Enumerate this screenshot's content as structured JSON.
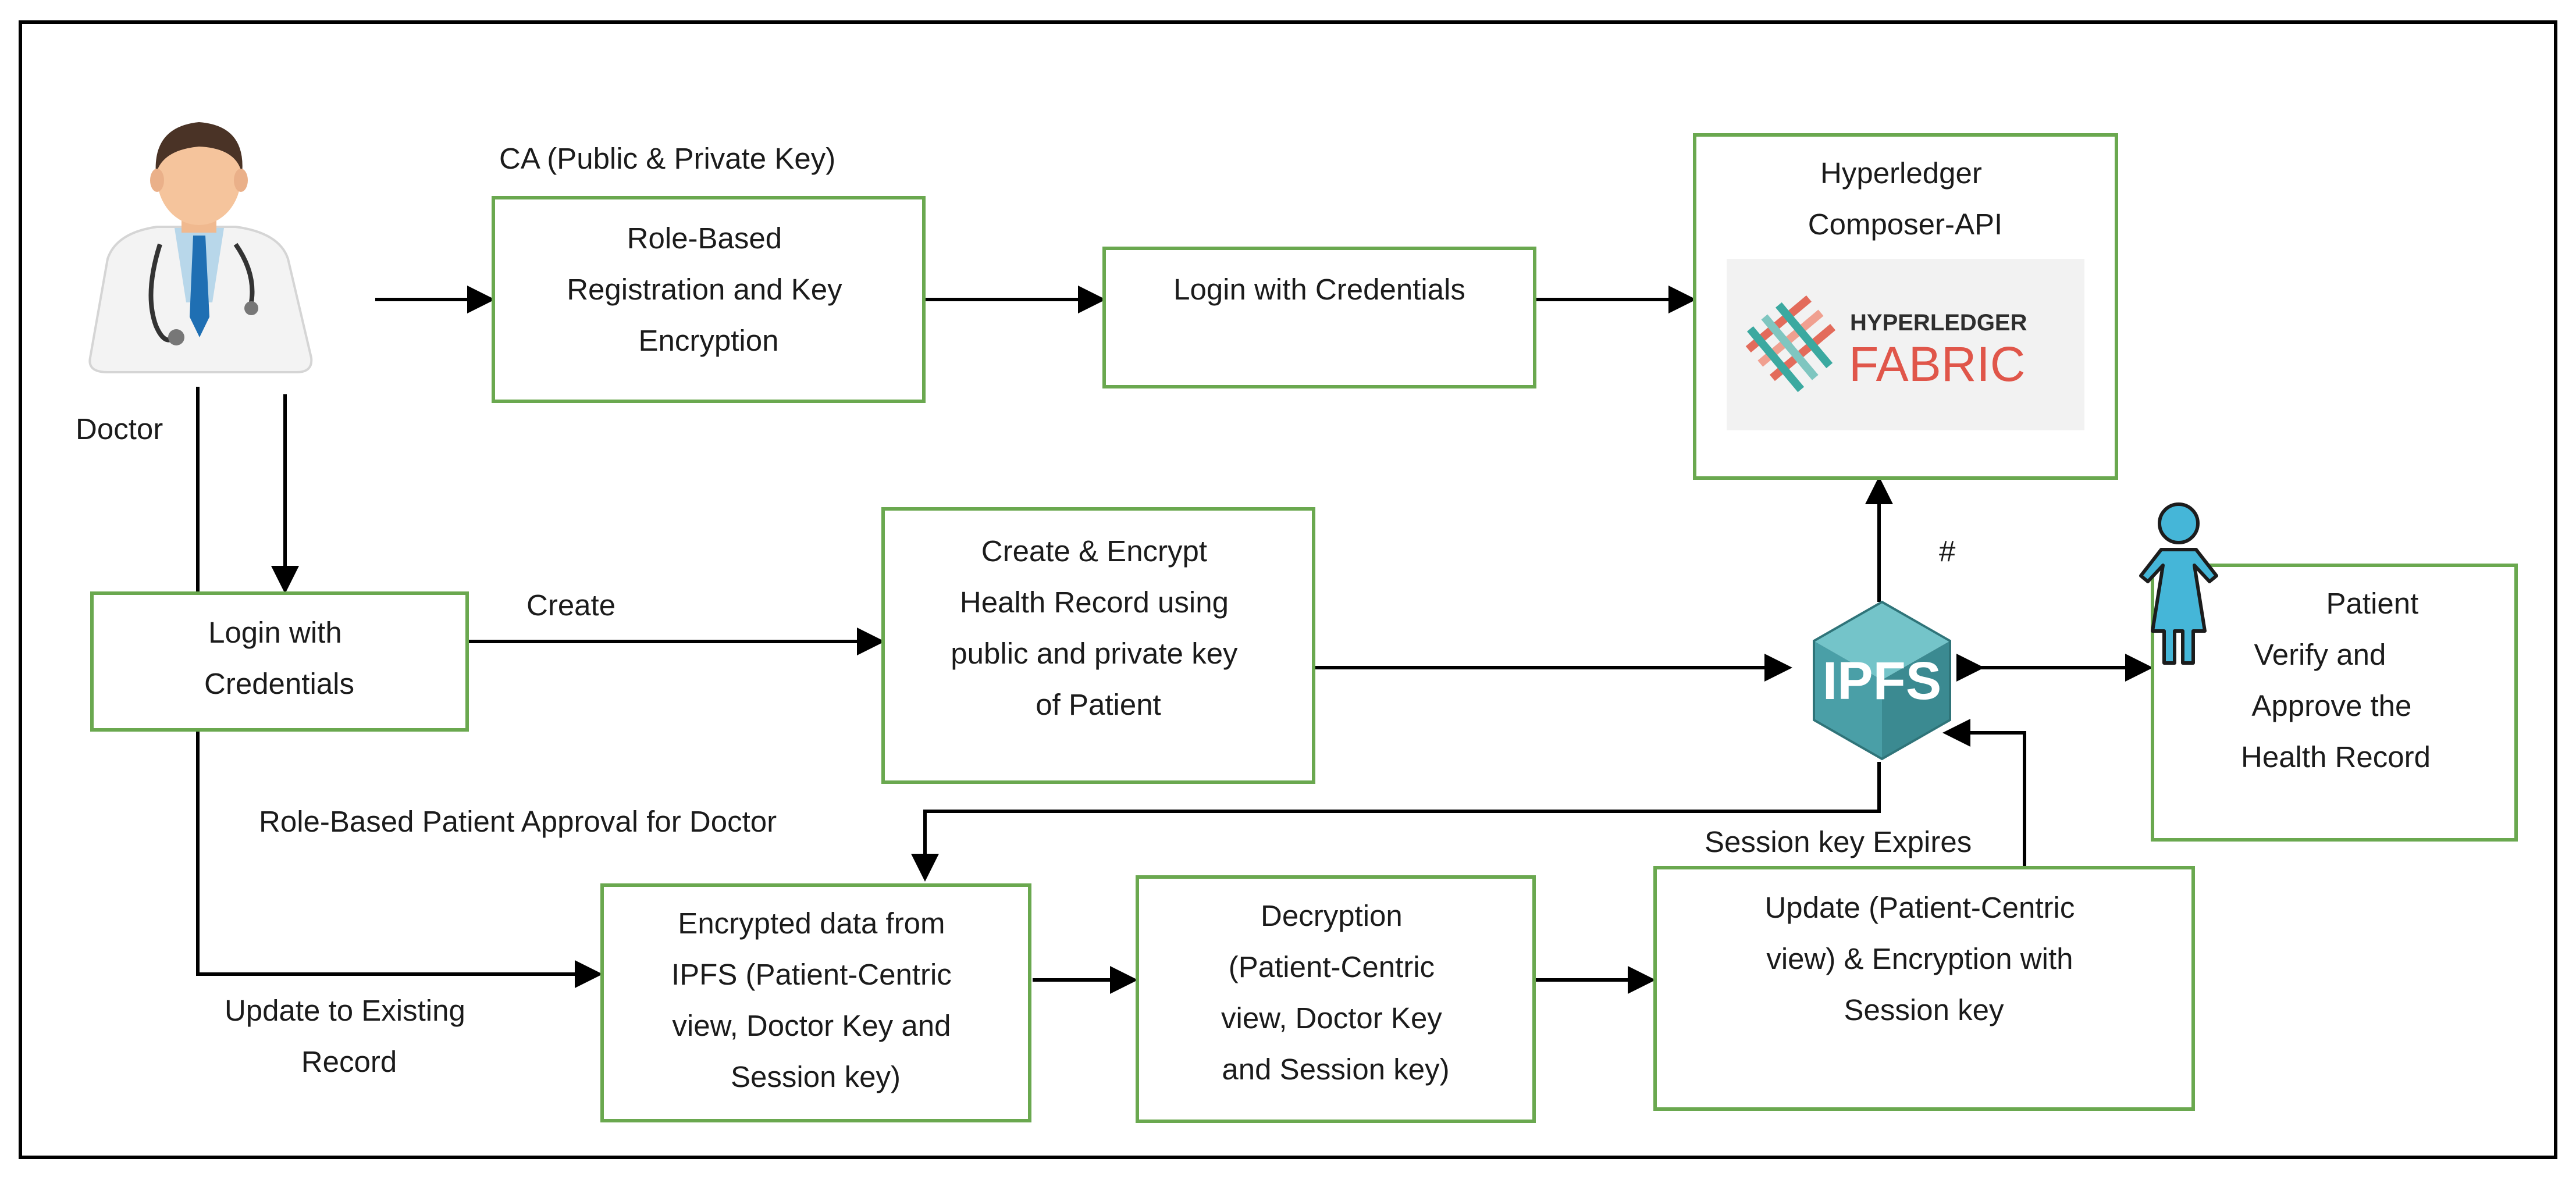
{
  "colors": {
    "box_border": "#6aa84f",
    "frame": "#000000",
    "arrow": "#000000",
    "ipfs": "#4a9fa7",
    "patient": "#45b6d8"
  },
  "actors": {
    "doctor": "Doctor",
    "patient_lines": [
      "Patient",
      "Verify and",
      "Approve the",
      "Health Record"
    ]
  },
  "labels": {
    "ca": "CA (Public & Private Key)",
    "create": "Create",
    "role_approval": "Role-Based Patient Approval for Doctor",
    "update_existing": [
      "Update to Existing",
      "Record"
    ],
    "session_expires": "Session key Expires",
    "hash": "#"
  },
  "boxes": {
    "registration": [
      "Role-Based",
      "Registration and Key",
      "Encryption"
    ],
    "login_top": [
      "Login with Credentials"
    ],
    "hyperledger": [
      "Hyperledger",
      "Composer-API"
    ],
    "login_left": [
      "Login with",
      "Credentials"
    ],
    "create_encrypt": [
      "Create & Encrypt",
      "Health Record using",
      "public and private key",
      "of Patient"
    ],
    "encrypted_data": [
      "Encrypted data from",
      "IPFS (Patient-Centric",
      "view, Doctor Key and",
      "Session key)"
    ],
    "decryption": [
      "Decryption",
      "(Patient-Centric",
      "view, Doctor Key",
      "and Session key)"
    ],
    "update": [
      "Update (Patient-Centric",
      "view) & Encryption with",
      "Session key"
    ]
  },
  "logos": {
    "fabric_top": "HYPERLEDGER",
    "fabric_bottom": "FABRIC",
    "ipfs": "IPFS"
  },
  "icons": {
    "doctor": "doctor-icon",
    "patient": "patient-icon",
    "ipfs": "ipfs-cube-icon",
    "fabric": "hyperledger-fabric-logo"
  }
}
